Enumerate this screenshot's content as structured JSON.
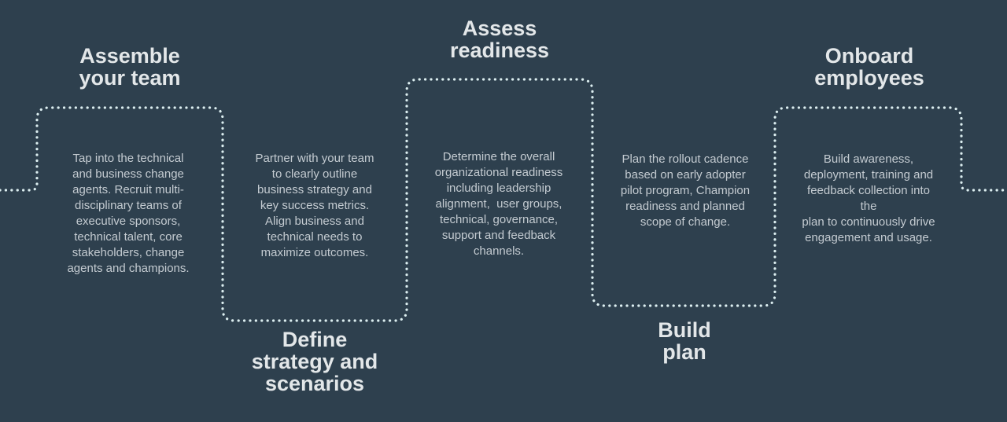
{
  "theme": {
    "bg": "#2e404e",
    "dot": "#dceef0",
    "title": "#e3e7e9",
    "body": "#c4cbd1"
  },
  "diagram": {
    "type": "process-flow",
    "description": "Five-step adoption process connected by a continuous dotted snake path"
  },
  "steps": [
    {
      "title": "Assemble\nyour team",
      "title_position": "above",
      "description": "Tap into the technical\nand business change\nagents. Recruit multi-\ndisciplinary teams of\nexecutive sponsors,\ntechnical talent, core\nstakeholders, change\nagents and champions."
    },
    {
      "title": "Define\nstrategy and\nscenarios",
      "title_position": "below",
      "description": "Partner with your team\nto clearly outline\nbusiness strategy and\nkey success metrics.\nAlign business and\ntechnical needs to\nmaximize outcomes."
    },
    {
      "title": "Assess\nreadiness",
      "title_position": "above",
      "description": "Determine the overall\norganizational readiness\nincluding leadership\nalignment,  user groups,\ntechnical, governance,\nsupport and feedback\nchannels."
    },
    {
      "title": "Build\nplan",
      "title_position": "below",
      "description": "Plan the rollout cadence\nbased on early adopter\npilot program, Champion\nreadiness and planned\nscope of change."
    },
    {
      "title": "Onboard\nemployees",
      "title_position": "above",
      "description": "Build awareness,\ndeployment, training and\nfeedback collection into the\nplan to continuously drive\nengagement and usage."
    }
  ]
}
